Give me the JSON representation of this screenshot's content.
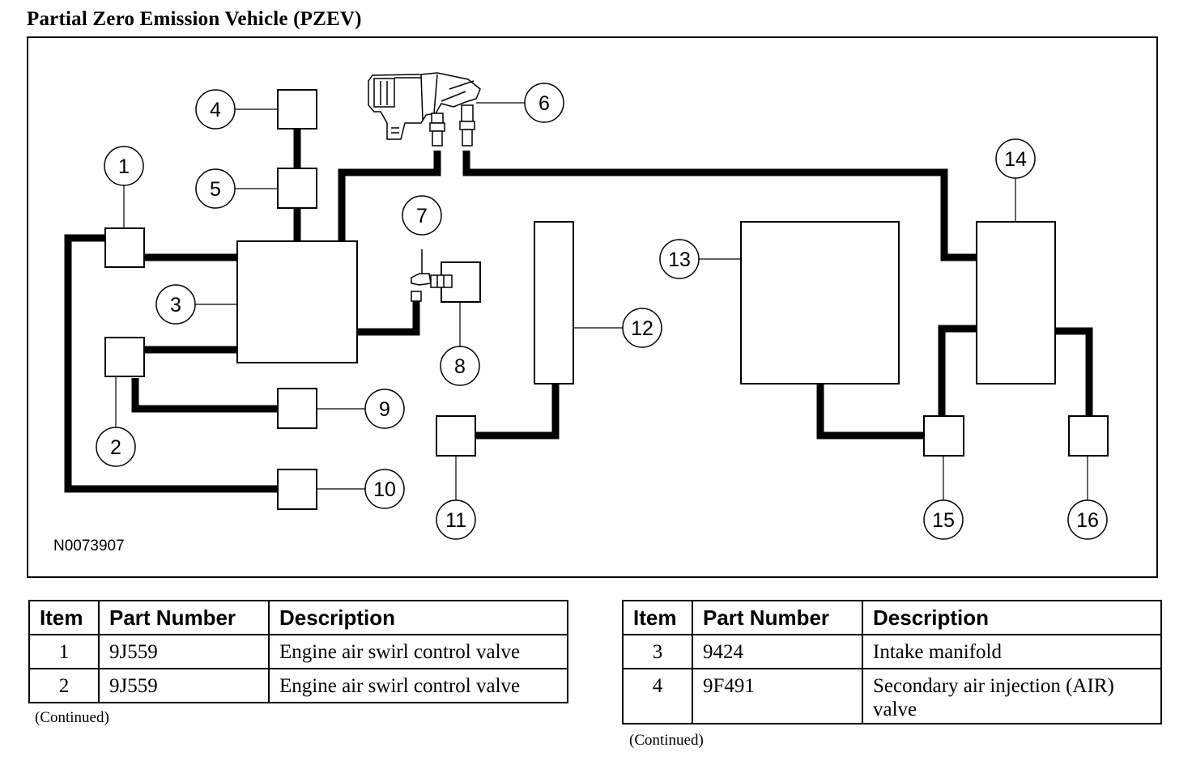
{
  "title": "Partial Zero Emission Vehicle (PZEV)",
  "figure_id": "N0073907",
  "callouts": [
    "1",
    "2",
    "3",
    "4",
    "5",
    "6",
    "7",
    "8",
    "9",
    "10",
    "11",
    "12",
    "13",
    "14",
    "15",
    "16"
  ],
  "table_left": {
    "headers": [
      "Item",
      "Part Number",
      "Description"
    ],
    "rows": [
      {
        "item": "1",
        "part": "9J559",
        "desc": "Engine air swirl control valve"
      },
      {
        "item": "2",
        "part": "9J559",
        "desc": "Engine air swirl control valve"
      }
    ],
    "note": "(Continued)"
  },
  "table_right": {
    "headers": [
      "Item",
      "Part Number",
      "Description"
    ],
    "rows": [
      {
        "item": "3",
        "part": "9424",
        "desc": "Intake manifold"
      },
      {
        "item": "4",
        "part": "9F491",
        "desc": "Secondary air injection (AIR) valve"
      }
    ],
    "note": "(Continued)"
  }
}
